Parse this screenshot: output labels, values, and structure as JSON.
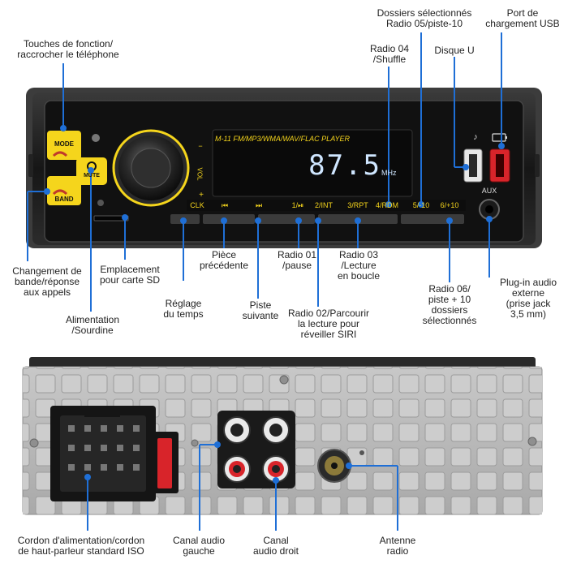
{
  "front_panel": {
    "model_text": "M-11  FM/MP3/WMA/WAV/FLAC  PLAYER",
    "frequency": "87.5",
    "frequency_unit": "MHz",
    "mode_button": "MODE",
    "mute_button": "MUTE",
    "band_button": "BAND",
    "vol_label": "VOL",
    "vol_minus": "−",
    "vol_plus": "+",
    "aux_label": "AUX",
    "music_note": "♪",
    "keys": [
      "CLK",
      "⏮",
      "⏭",
      "1/⏯",
      "2/INT",
      "3/RPT",
      "4/RDM",
      "5/-10",
      "6/+10"
    ]
  },
  "callouts": {
    "touches_fonction": "Touches de fonction/\nraccrocher le téléphone",
    "dossiers": "Dossiers sélectionnés\nRadio 05/piste-10",
    "port_usb": "Port de\nchargement USB",
    "radio04": "Radio 04\n/Shuffle",
    "disque_u": "Disque U",
    "changement_bande": "Changement de\nbande/réponse\naux appels",
    "emplacement_sd": "Emplacement\npour carte SD",
    "piece_precedente": "Pièce\nprécédente",
    "radio01": "Radio 01\n/pause",
    "radio03": "Radio 03\n/Lecture\nen boucle",
    "plugin_audio": "Plug-in audio\nexterne\n(prise jack\n3,5 mm)",
    "reglage_temps": "Réglage\ndu temps",
    "piste_suivante": "Piste\nsuivante",
    "radio02": "Radio 02/Parcourir\nla lecture pour\nréveiller SIRI",
    "radio06": "Radio 06/\npiste + 10\ndossiers\nsélectionnés",
    "alimentation": "Alimentation\n/Sourdine",
    "cordon": "Cordon d'alimentation/cordon\nde haut-parleur standard ISO",
    "canal_gauche": "Canal audio\ngauche",
    "canal_droit": "Canal\naudio droit",
    "antenne": "Antenne\nradio"
  },
  "colors": {
    "accent_yellow": "#f5d51c",
    "display_blue": "#cfe6ff",
    "callout_blue": "#1f6fd6",
    "body_dark": "#1c1c1c",
    "back_panel": "#b9b9b9",
    "usb_red": "#d8242a"
  }
}
